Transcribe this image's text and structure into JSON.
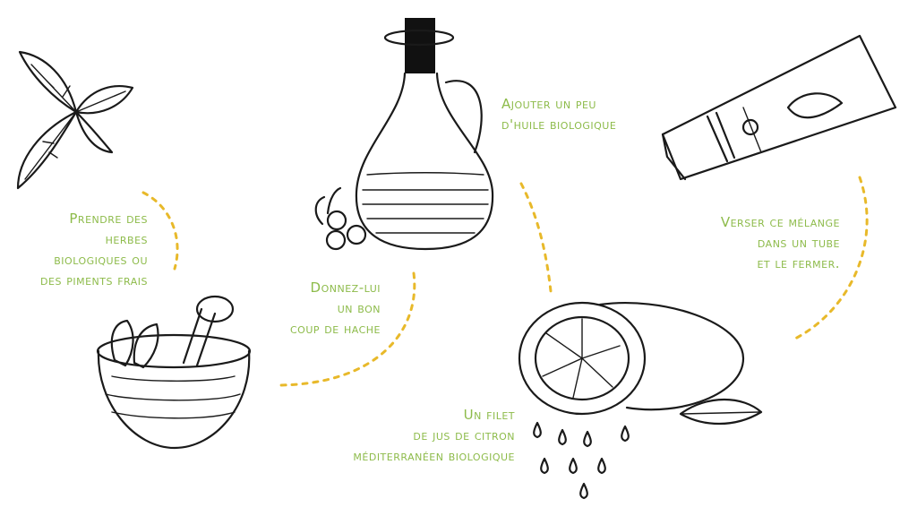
{
  "accent_color": "#8dbb4a",
  "connector_color": "#e8b92a",
  "steps": {
    "herbs": [
      "Prendre des",
      "herbes",
      "biologiques ou",
      "des piments frais"
    ],
    "chop": [
      "Donnez-lui",
      "un bon",
      "coup de hache"
    ],
    "oil": [
      "Ajouter un peu",
      "d'huile biologique"
    ],
    "lemon": [
      "Un filet",
      "de jus de citron",
      "méditerranéen biologique"
    ],
    "tube": [
      "Verser ce mélange",
      "dans un tube",
      "et le fermer."
    ]
  },
  "icons": [
    "herb-leaves-icon",
    "mortar-pestle-icon",
    "oil-bottle-icon",
    "lemon-icon",
    "tube-icon"
  ]
}
